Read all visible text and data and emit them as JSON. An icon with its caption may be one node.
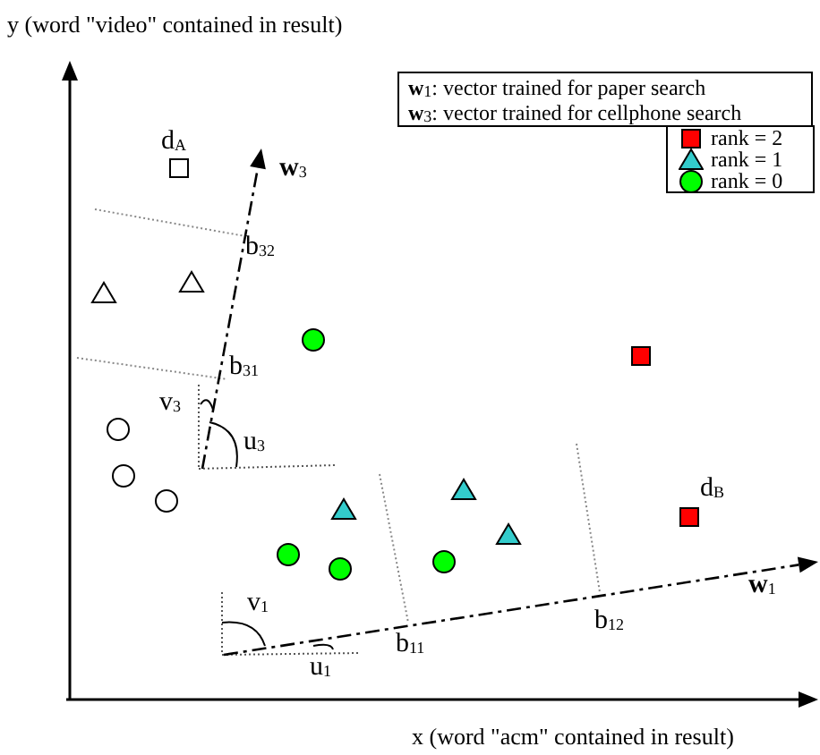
{
  "diagram": {
    "labels": [
      "y (word \"video\" contained  in result)",
      "**w**$_{1}$: vector trained for paper search",
      "**w**$_{3}$: vector trained for cellphone search",
      "d$_{A}$",
      "**w**$_{3}$",
      "b$_{32}$",
      "b$_{31}$",
      "v$_{3}$",
      "u$_{3}$",
      "d$_{B}$",
      "**w**$_{1}$",
      "b$_{12}$",
      "b$_{11}$",
      "v$_{1}$",
      "u$_{1}$",
      "x (word \"acm\" contained in result)"
    ],
    "legend": [
      {
        "text": "rank = 2",
        "color": "#ff0000"
      },
      {
        "text": "rank = 1",
        "color": "#33cccc"
      },
      {
        "text": "rank = 0",
        "color": "#00ff00"
      }
    ]
  }
}
